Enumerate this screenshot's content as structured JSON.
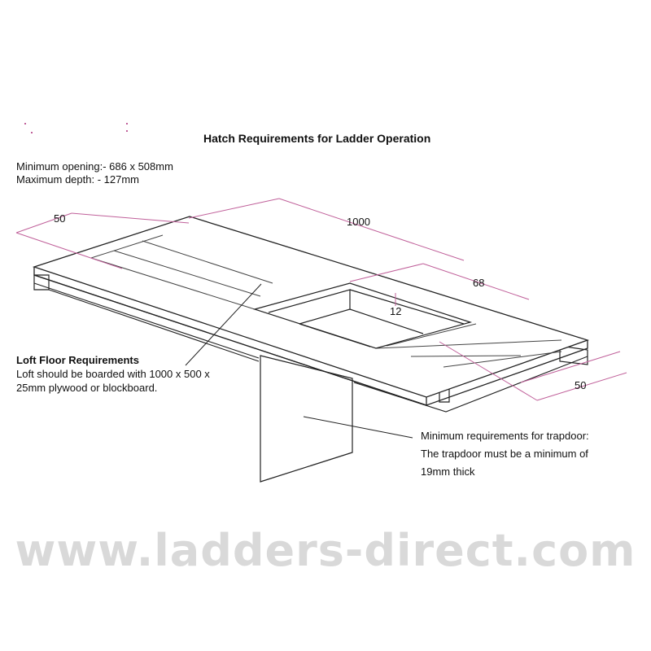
{
  "title": "Hatch Requirements for Ladder Operation",
  "specs": {
    "min_opening": "Minimum opening:- 686 x 508mm",
    "max_depth": "Maximum depth: - 127mm"
  },
  "dimensions": {
    "left_width": "50",
    "length": "1000",
    "offset": "68",
    "depth": "12",
    "right_width": "50"
  },
  "loft_floor": {
    "heading": "Loft Floor Requirements",
    "line1": "Loft should be boarded with 1000 x 500 x",
    "line2": "25mm plywood or blockboard."
  },
  "trapdoor": {
    "line1": "Minimum requirements for trapdoor:",
    "line2": "The trapdoor must be a minimum of",
    "line3": "19mm thick"
  },
  "watermark": "www.ladders-direct.com",
  "colors": {
    "dimension_line": "#c0609a",
    "outline": "#222222",
    "watermark": "#d9d9d9"
  }
}
